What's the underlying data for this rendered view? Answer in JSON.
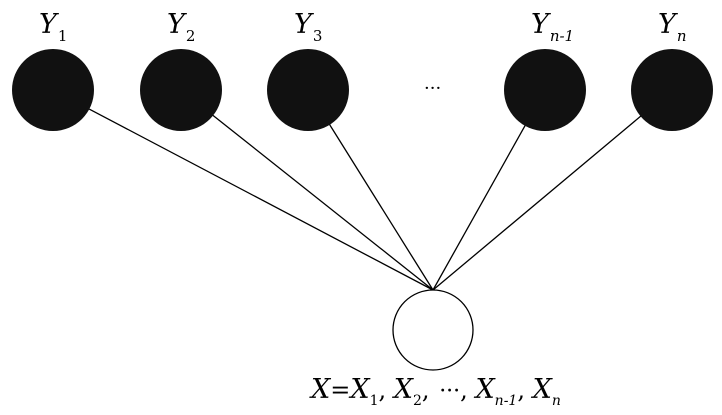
{
  "nodes": [
    {
      "id": "y1",
      "label": "Y",
      "sub": "1",
      "sub_italic": false,
      "fill": "#111111"
    },
    {
      "id": "y2",
      "label": "Y",
      "sub": "2",
      "sub_italic": false,
      "fill": "#111111"
    },
    {
      "id": "y3",
      "label": "Y",
      "sub": "3",
      "sub_italic": false,
      "fill": "#111111"
    },
    {
      "id": "yn1",
      "label": "Y",
      "sub": "n-1",
      "sub_italic": true,
      "fill": "#111111"
    },
    {
      "id": "yn",
      "label": "Y",
      "sub": "n",
      "sub_italic": true,
      "fill": "#111111"
    }
  ],
  "ellipsis": "···",
  "root": {
    "fill": "#ffffff",
    "stroke": "#000000"
  },
  "root_label": {
    "lhs": "X",
    "eq": "=",
    "terms": [
      {
        "main": "X",
        "sub": "1",
        "sub_italic": false,
        "sep": ", "
      },
      {
        "main": "X",
        "sub": "2",
        "sub_italic": false,
        "sep": ", "
      },
      {
        "main": "···",
        "sub": "",
        "sub_italic": false,
        "sep": ", "
      },
      {
        "main": "X",
        "sub": "n-1",
        "sub_italic": true,
        "sep": ", "
      },
      {
        "main": "X",
        "sub": "n",
        "sub_italic": true,
        "sep": ""
      }
    ]
  }
}
